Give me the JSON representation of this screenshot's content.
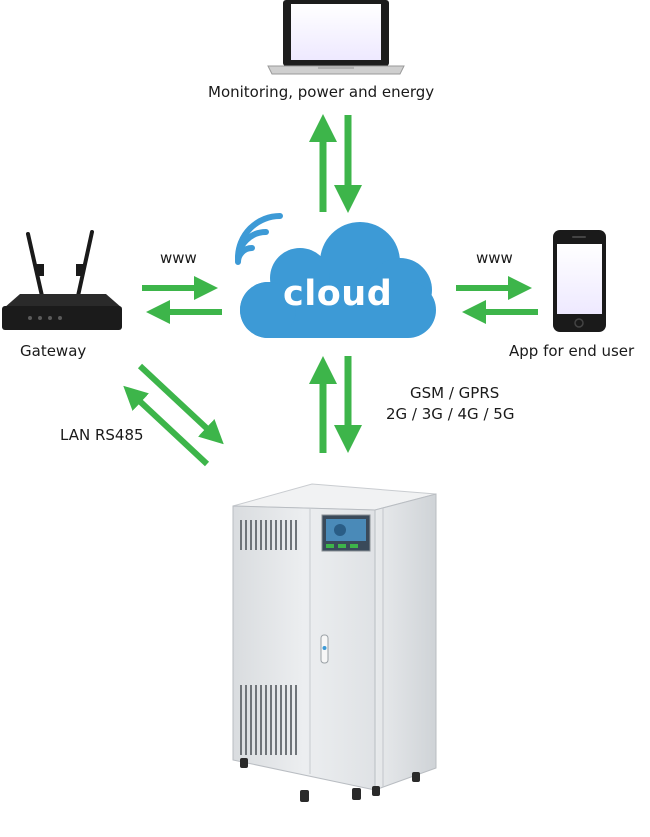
{
  "nodes": {
    "monitor": {
      "label": "Monitoring, power and energy",
      "icon": "laptop-icon"
    },
    "cloud": {
      "label": "cloud",
      "icon": "cloud-icon"
    },
    "gateway": {
      "label": "Gateway",
      "icon": "router-icon"
    },
    "app": {
      "label": "App for end user",
      "icon": "smartphone-icon"
    },
    "device": {
      "icon": "voltage-stabilizer-cabinet-icon"
    }
  },
  "links": {
    "gateway_cloud": {
      "label": "www"
    },
    "cloud_app": {
      "label": "www"
    },
    "cloud_device": {
      "label_line1": "GSM / GPRS",
      "label_line2": "2G / 3G / 4G / 5G"
    },
    "gateway_device": {
      "label": "LAN RS485"
    }
  },
  "colors": {
    "arrow": "#3db54a",
    "cloud": "#3d9ad6",
    "wifi": "#3d9ad6",
    "cabinet": "#e4e6e8"
  }
}
